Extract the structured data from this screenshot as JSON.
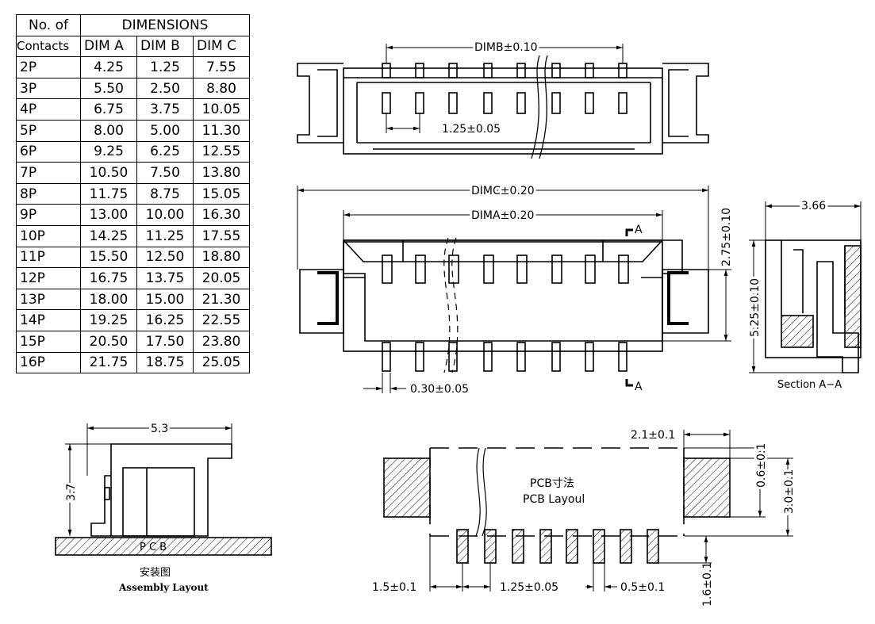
{
  "table": {
    "col_no": "No. of",
    "col_contacts": "Contacts",
    "col_dimensions": "DIMENSIONS",
    "col_a": "DIM A",
    "col_b": "DIM B",
    "col_c": "DIM C",
    "rows": [
      [
        "2P",
        "4.25",
        "1.25",
        "7.55"
      ],
      [
        "3P",
        "5.50",
        "2.50",
        "8.80"
      ],
      [
        "4P",
        "6.75",
        "3.75",
        "10.05"
      ],
      [
        "5P",
        "8.00",
        "5.00",
        "11.30"
      ],
      [
        "6P",
        "9.25",
        "6.25",
        "12.55"
      ],
      [
        "7P",
        "10.50",
        "7.50",
        "13.80"
      ],
      [
        "8P",
        "11.75",
        "8.75",
        "15.05"
      ],
      [
        "9P",
        "13.00",
        "10.00",
        "16.30"
      ],
      [
        "10P",
        "14.25",
        "11.25",
        "17.55"
      ],
      [
        "11P",
        "15.50",
        "12.50",
        "18.80"
      ],
      [
        "12P",
        "16.75",
        "13.75",
        "20.05"
      ],
      [
        "13P",
        "18.00",
        "15.00",
        "21.30"
      ],
      [
        "14P",
        "19.25",
        "16.25",
        "22.55"
      ],
      [
        "15P",
        "20.50",
        "17.50",
        "23.80"
      ],
      [
        "16P",
        "21.75",
        "18.75",
        "25.05"
      ]
    ]
  },
  "top_view": {
    "dim_b": "DIMB±0.10",
    "pitch": "1.25±0.05"
  },
  "front_view": {
    "dim_c": "DIMC±0.20",
    "dim_a": "DIMA±0.20",
    "section_mark": "A",
    "height": "2.75±0.10",
    "pin_width": "0.30±0.05"
  },
  "section_view": {
    "width": "3.66",
    "height": "5.25±0.10",
    "label": "Section A−A"
  },
  "assembly": {
    "width": "5.3",
    "height": "3.7",
    "pcb": "P C B",
    "title_cn": "安装图",
    "title_en": "Assembly Layout"
  },
  "pcb_layout": {
    "title_cn": "PCB寸法",
    "title_en": "PCB Layoul",
    "dim_21": "2.1±0.1",
    "dim_06": "0.6±0.1",
    "dim_30": "3.0±0.1",
    "dim_15": "1.5±0.1",
    "dim_125": "1.25±0.05",
    "dim_05": "0.5±0.1",
    "dim_16": "1.6±0.1"
  }
}
